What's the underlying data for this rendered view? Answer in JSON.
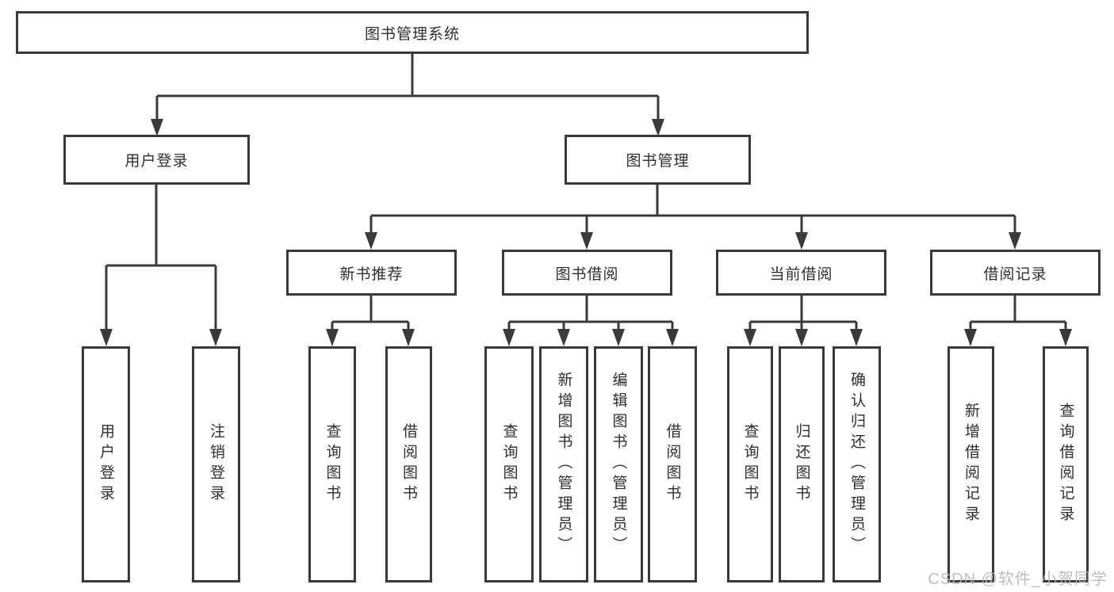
{
  "colors": {
    "line": "#3a3a3a",
    "box_border": "#3a3a3a",
    "box_fill": "#ffffff",
    "text": "#2f2f2f",
    "watermark": "#b5b5b5"
  },
  "watermark": {
    "text": "CSDN @软件_小贺同学"
  },
  "tree": {
    "root": {
      "label": "图书管理系统",
      "children": [
        {
          "label": "用户登录",
          "children": [
            {
              "label": "用户登录"
            },
            {
              "label": "注销登录"
            }
          ]
        },
        {
          "label": "图书管理",
          "children": [
            {
              "label": "新书推荐",
              "children": [
                {
                  "label": "查询图书"
                },
                {
                  "label": "借阅图书"
                }
              ]
            },
            {
              "label": "图书借阅",
              "children": [
                {
                  "label": "查询图书"
                },
                {
                  "label": "新增图书（管理员）"
                },
                {
                  "label": "编辑图书（管理员）"
                },
                {
                  "label": "借阅图书"
                }
              ]
            },
            {
              "label": "当前借阅",
              "children": [
                {
                  "label": "查询图书"
                },
                {
                  "label": "归还图书"
                },
                {
                  "label": "确认归还（管理员）"
                }
              ]
            },
            {
              "label": "借阅记录",
              "children": [
                {
                  "label": "新增借阅记录"
                },
                {
                  "label": "查询借阅记录"
                }
              ]
            }
          ]
        }
      ]
    }
  }
}
